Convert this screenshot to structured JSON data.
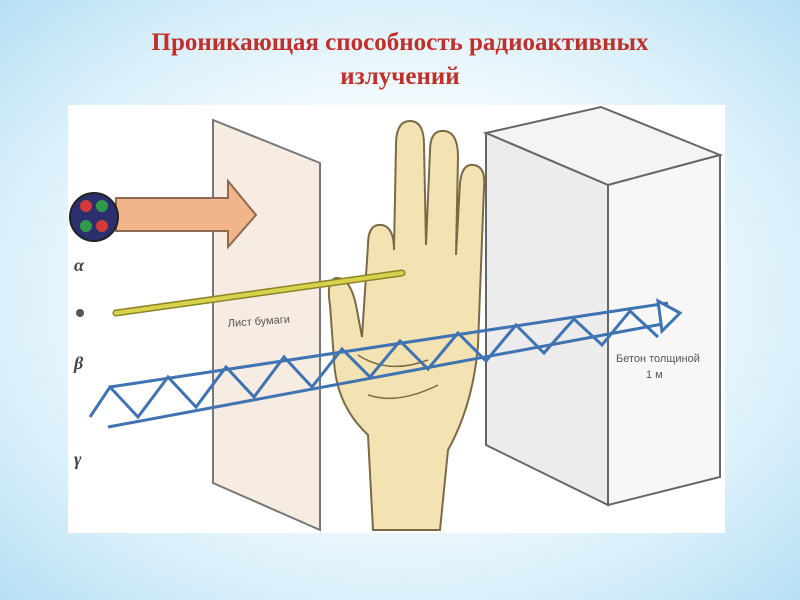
{
  "title": {
    "line1": "Проникающая способность радиоактивных",
    "line2": "излучений"
  },
  "diagram": {
    "ray_labels": {
      "alpha": "α",
      "beta": "β",
      "gamma": "γ"
    },
    "paper_label": "Лист бумаги",
    "block_label_line1": "Бетон толщиной",
    "block_label_line2": "1 м",
    "colors": {
      "title": "#c0302b",
      "alpha_arrow": "#f2b48a",
      "beta_ray": "#c9c23a",
      "gamma_ray": "#3f73b2",
      "hand": "#f3e3b3",
      "paper": "#f7ece2",
      "concrete": "#f0f0f0"
    }
  }
}
